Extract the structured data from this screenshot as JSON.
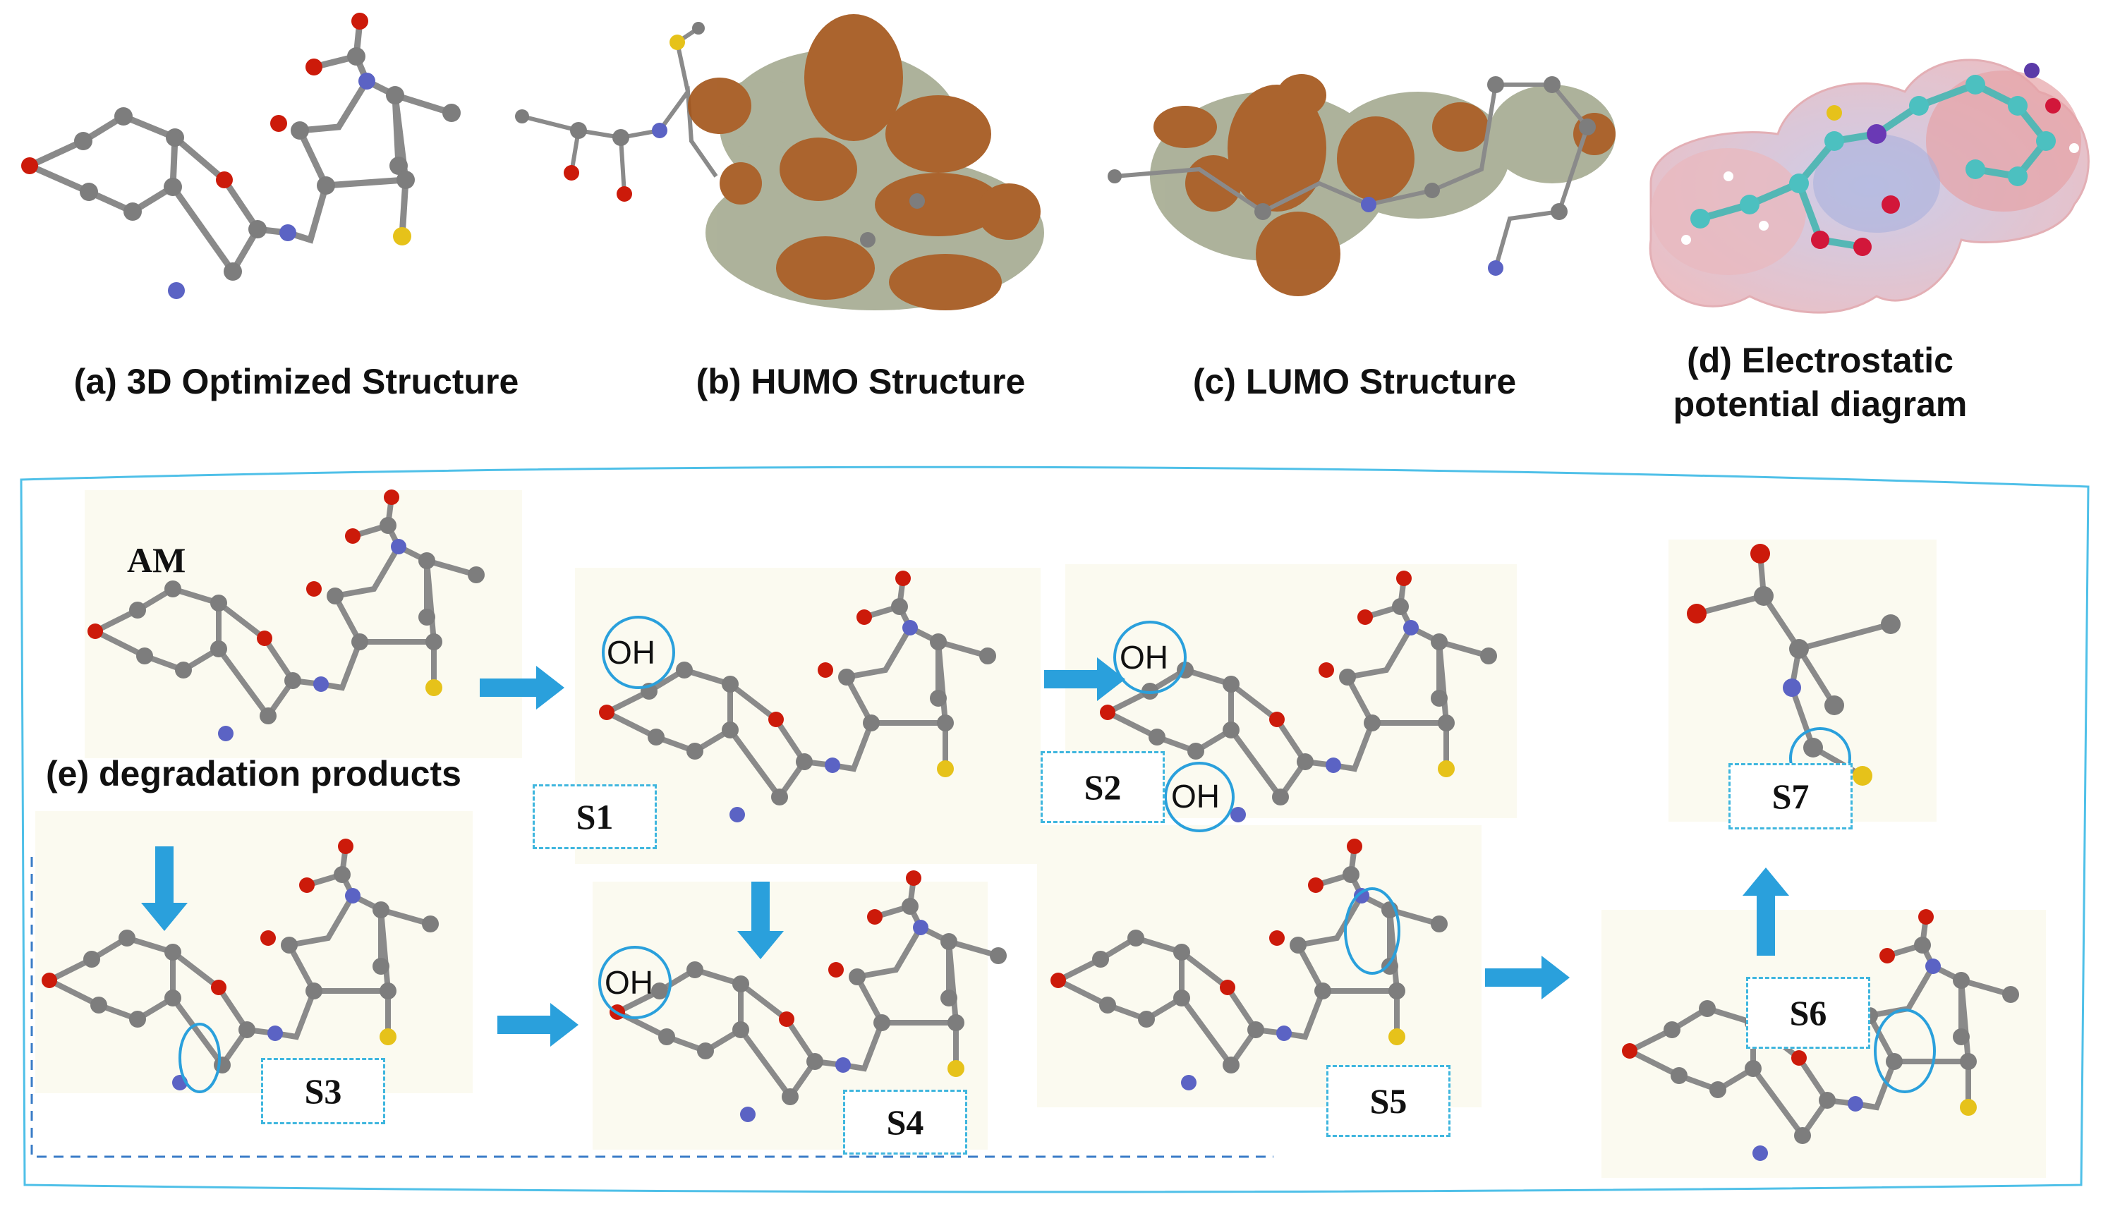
{
  "captions": {
    "a": "(a) 3D Optimized Structure",
    "b": "(b) HUMO Structure",
    "c": "(c) LUMO Structure",
    "d_line1": "(d) Electrostatic",
    "d_line2": "potential diagram"
  },
  "panel_e": {
    "am_label": "AM",
    "title": "(e) degradation products",
    "oh": "OH",
    "products": [
      "S1",
      "S2",
      "S3",
      "S4",
      "S5",
      "S6",
      "S7"
    ]
  },
  "colors": {
    "carbon": "#7d7d7d",
    "oxygen": "#cc1a0a",
    "nitrogen": "#5b63c4",
    "sulfur": "#e6c21a",
    "arrow": "#2aa0dc",
    "frame": "#4fc0e8",
    "orbital_brown": "#a4571d",
    "orbital_sage": "#a7ac93"
  }
}
